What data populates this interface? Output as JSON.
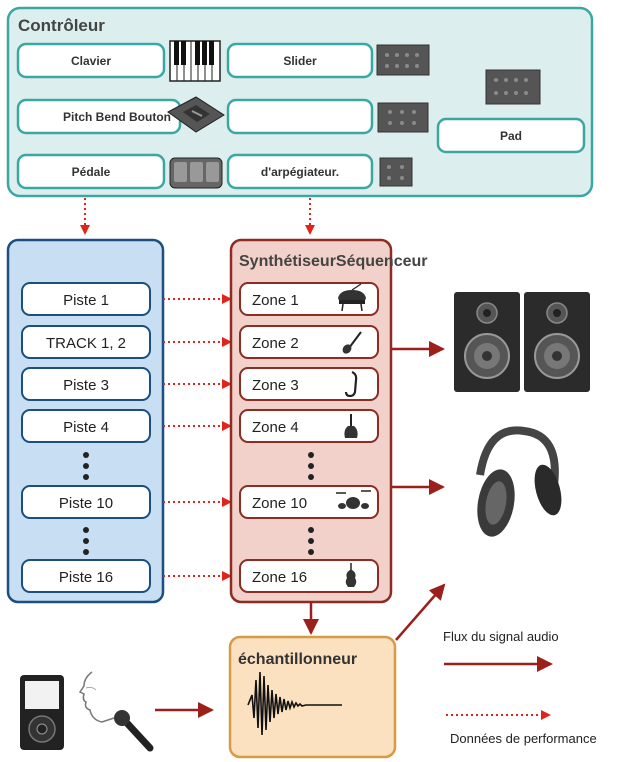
{
  "controller": {
    "title": "Contrôleur",
    "keyboard": "Clavier",
    "slider": "Slider",
    "pitch_bend": "Pitch Bend Bouton",
    "blank": "",
    "pad": "Pad",
    "pedal": "Pédale",
    "arpeggiator": "d'arpégiateur."
  },
  "tracks": {
    "items": [
      "Piste 1",
      "TRACK 1, 2",
      "Piste 3",
      "Piste 4",
      "Piste 10",
      "Piste 16"
    ]
  },
  "synth": {
    "title": "SynthétiseurSéquenceur",
    "zones": [
      "Zone 1",
      "Zone 2",
      "Zone 3",
      "Zone 4",
      "Zone 10",
      "Zone 16"
    ]
  },
  "sampler": {
    "title": "échantillonneur"
  },
  "legend": {
    "audio": "Flux du signal audio",
    "performance": "Données de performance"
  },
  "colors": {
    "controller_fill": "#dcefee",
    "controller_stroke": "#3aa7a3",
    "track_fill": "#c8dff3",
    "track_stroke": "#1b4f80",
    "synth_fill": "#f3d1cb",
    "synth_stroke": "#8e2b22",
    "sampler_fill": "#fbe1bf",
    "sampler_stroke": "#d79a45",
    "audio_arrow": "#9b1f1a",
    "perf_arrow": "#e0241c"
  }
}
